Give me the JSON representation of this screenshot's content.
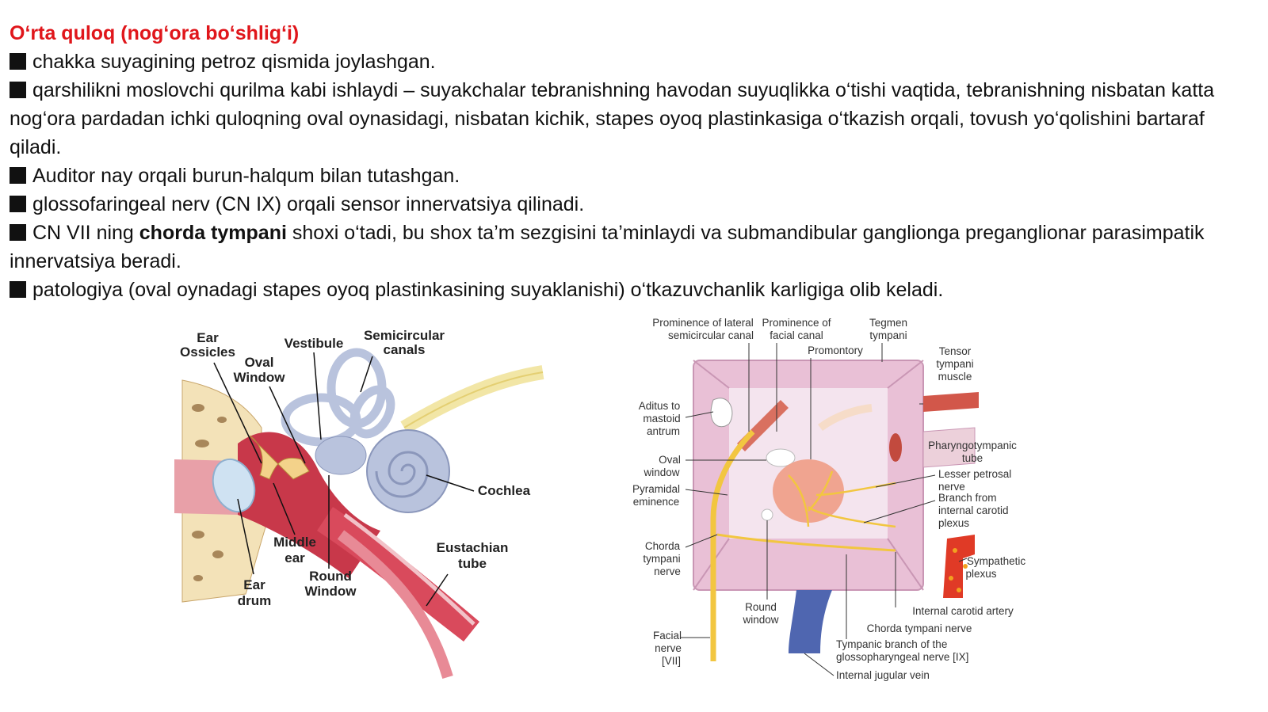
{
  "slide": {
    "title": "O‘rta quloq (nog‘ora bo‘shlig‘i)",
    "bullets": [
      {
        "text": "chakka suyagining petroz qismida joylashgan."
      },
      {
        "text": "qarshilikni moslovchi qurilma kabi ishlaydi – suyakchalar tebranishning havodan suyuqlikka o‘tishi vaqtida, tebranishning nisbatan katta nog‘ora pardadan ichki quloqning oval oynasidagi, nisbatan kichik, stapes oyoq plastinkasiga o‘tkazish orqali, tovush yo‘qolishini bartaraf qiladi."
      },
      {
        "text": "Auditor nay orqali burun-halqum bilan tutashgan."
      },
      {
        "text": "glossofaringeal nerv (CN IX) orqali sensor innervatsiya qilinadi."
      },
      {
        "pre": "CN VII ning ",
        "bold": "chorda tympani",
        "post": " shoxi o‘tadi, bu shox ta’m sezgisini ta’minlaydi va submandibular ganglionga preganglionar parasimpatik innervatsiya beradi."
      },
      {
        "text": "patologiya (oval oynadagi stapes oyoq plastinkasining suyaklanishi) o‘tkazuvchanlik karligiga olib keladi."
      }
    ]
  },
  "figure_left": {
    "labels": {
      "ear_ossicles_1": "Ear",
      "ear_ossicles_2": "Ossicles",
      "vestibule": "Vestibule",
      "semicircular_1": "Semicircular",
      "semicircular_2": "canals",
      "oval_window_1": "Oval",
      "oval_window_2": "Window",
      "cochlea": "Cochlea",
      "middle_ear_1": "Middle",
      "middle_ear_2": "ear",
      "eustachian_1": "Eustachian",
      "eustachian_2": "tube",
      "round_window_1": "Round",
      "round_window_2": "Window",
      "ear_drum_1": "Ear",
      "ear_drum_2": "drum"
    }
  },
  "figure_right": {
    "labels": {
      "prom_lat_1": "Prominence of lateral",
      "prom_lat_2": "semicircular canal",
      "prom_fac_1": "Prominence of",
      "prom_fac_2": "facial canal",
      "tegmen_1": "Tegmen",
      "tegmen_2": "tympani",
      "promontory": "Promontory",
      "tensor_1": "Tensor",
      "tensor_2": "tympani",
      "tensor_3": "muscle",
      "aditus_1": "Aditus to",
      "aditus_2": "mastoid",
      "aditus_3": "antrum",
      "pharyngo_1": "Pharyngotympanic",
      "pharyngo_2": "tube",
      "oval_1": "Oval",
      "oval_2": "window",
      "lesser_1": "Lesser petrosal",
      "lesser_2": "nerve",
      "pyramidal_1": "Pyramidal",
      "pyramidal_2": "eminence",
      "branch_1": "Branch from",
      "branch_2": "internal carotid",
      "branch_3": "plexus",
      "chorda_1": "Chorda",
      "chorda_2": "tympani",
      "chorda_3": "nerve",
      "sympathetic_1": "Sympathetic",
      "sympathetic_2": "plexus",
      "round_1": "Round",
      "round_2": "window",
      "internal_carotid": "Internal carotid artery",
      "chorda_nerve": "Chorda tympani nerve",
      "facial_1": "Facial",
      "facial_2": "nerve",
      "facial_3": "[VII]",
      "tympanic_1": "Tympanic branch of the",
      "tympanic_2": "glossopharyngeal nerve [IX]",
      "jugular": "Internal jugular vein"
    }
  },
  "colors": {
    "title": "#e0161b",
    "cochlea": "#b9c3dd",
    "bone": "#f3e2b8",
    "tube": "#d94a5c",
    "cavity": "#e9c0d6",
    "nerve": "#f2c640",
    "vein": "#4f66b0"
  }
}
